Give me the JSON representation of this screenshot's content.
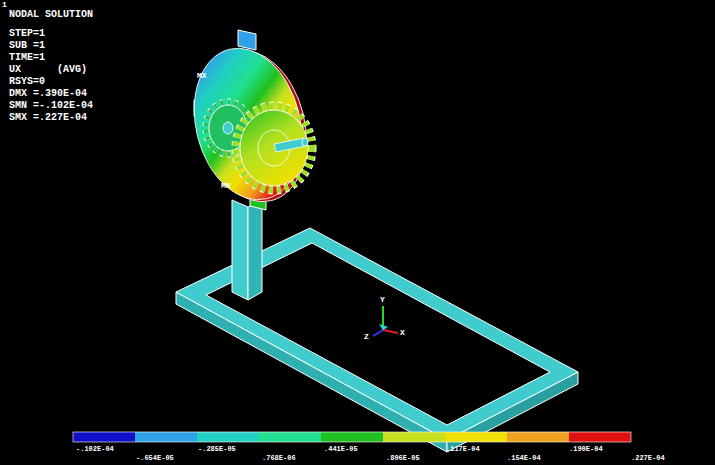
{
  "diagram": {
    "title": "NODAL SOLUTION",
    "labels": [
      "1",
      "STEP=1",
      "SUB =1",
      "TIME=1",
      "UX (AVG)",
      "RSYS=0",
      "DMX =.390E-04",
      "SMN =-.102E-04",
      "SMX =.227E-04",
      "MX",
      "MN",
      "Y",
      "Z",
      "X",
      "-.102E-04",
      "-.654E-05",
      "-.285E-05",
      ".768E-06",
      ".441E-05",
      ".806E-05",
      ".117E-04",
      ".154E-04",
      ".190E-04",
      ".227E-04"
    ]
  }
}
